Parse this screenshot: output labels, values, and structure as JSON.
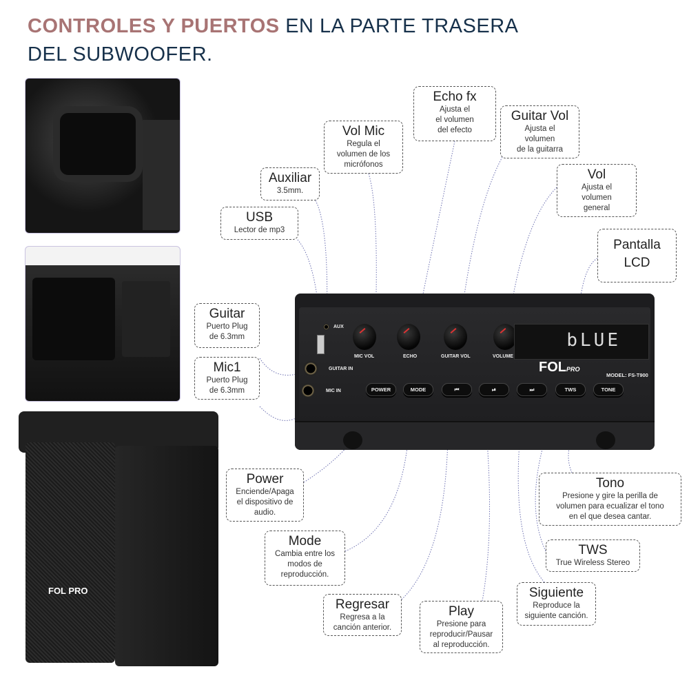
{
  "title": {
    "accent": "CONTROLES Y PUERTOS",
    "rest": " EN LA PARTE TRASERA",
    "line2": "DEL SUBWOOFER."
  },
  "panel": {
    "aux": "AUX",
    "guitar_in": "GUITAR IN",
    "mic_in": "MIC IN",
    "knobs": [
      "MIC VOL",
      "ECHO",
      "GUITAR VOL",
      "VOLUME"
    ],
    "buttons": [
      "POWER",
      "MODE",
      "⏮",
      "⏯",
      "⏭",
      "TWS",
      "TONE"
    ],
    "lcd": "bLUE",
    "brand": "FOL",
    "brand_sub": "PRO",
    "model": "MODEL: FS-T900"
  },
  "speaker_logo": "FOL PRO",
  "callouts": {
    "echo": {
      "h": "Echo fx",
      "d": "Ajusta el\nel volumen\ndel efecto"
    },
    "guitar_vol": {
      "h": "Guitar Vol",
      "d": "Ajusta el\nvolumen\nde la guitarra"
    },
    "vol_mic": {
      "h": "Vol Mic",
      "d": "Regula el\nvolumen de los\nmicrófonos"
    },
    "aux": {
      "h": "Auxiliar",
      "d": "3.5mm."
    },
    "vol": {
      "h": "Vol",
      "d": "Ajusta el\nvolumen\ngeneral"
    },
    "usb": {
      "h": "USB",
      "d": "Lector de mp3"
    },
    "lcd": {
      "h": "Pantalla\nLCD"
    },
    "guitar": {
      "h": "Guitar",
      "d": "Puerto Plug\nde 6.3mm"
    },
    "mic1": {
      "h": "Mic1",
      "d": "Puerto Plug\nde 6.3mm"
    },
    "power": {
      "h": "Power",
      "d": "Enciende/Apaga\nel dispositivo de\naudio."
    },
    "mode": {
      "h": "Mode",
      "d": "Cambia entre los\nmodos de\nreproducción."
    },
    "prev": {
      "h": "Regresar",
      "d": "Regresa a la\ncanción anterior."
    },
    "play": {
      "h": "Play",
      "d": "Presione para\nreproducir/Pausar\nal reproducción."
    },
    "next": {
      "h": "Siguiente",
      "d": "Reproduce la\nsiguiente canción."
    },
    "tone": {
      "h": "Tono",
      "d": "Presione y gire la perilla de\nvolumen para ecualizar el tono\nen el que desea cantar."
    },
    "tws": {
      "h": "TWS",
      "d": "True Wireless Stereo"
    }
  },
  "colors": {
    "accent": "#a87474",
    "navy": "#16304a",
    "leader": "#6b6fb0"
  }
}
